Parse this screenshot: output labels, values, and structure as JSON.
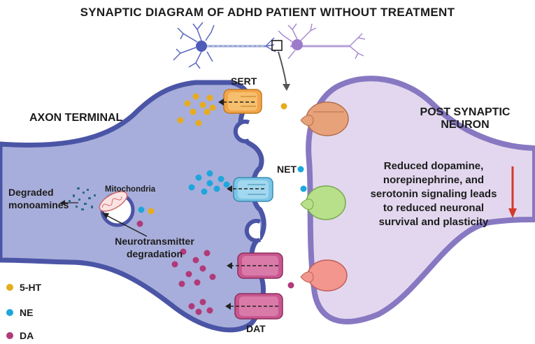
{
  "title": "SYNAPTIC DIAGRAM OF ADHD PATIENT WITHOUT TREATMENT",
  "labels": {
    "axon_terminal": "AXON TERMINAL",
    "post_synaptic_line1": "POST SYNAPTIC",
    "post_synaptic_line2": "NEURON",
    "sert": "SERT",
    "net": "NET",
    "dat": "DAT",
    "mitochondria": "Mitochondria",
    "degraded_line1": "Degraded",
    "degraded_line2": "monoamines",
    "neuro_line1": "Neurotransmitter",
    "neuro_line2": "degradation"
  },
  "message": {
    "line1": "Reduced dopamine,",
    "line2": "norepinephrine, and",
    "line3": "serotonin signaling leads",
    "line4": "to reduced neuronal",
    "line5": "survival and plasticity"
  },
  "legend": [
    {
      "label": "5-HT",
      "color": "#e6ac1e"
    },
    {
      "label": "NE",
      "color": "#1ea6dc"
    },
    {
      "label": "DA",
      "color": "#b03a7a"
    }
  ],
  "colors": {
    "axon_fill": "#a8aedb",
    "axon_stroke": "#4b55a6",
    "post_fill": "#e2d7ee",
    "post_stroke": "#8878c2",
    "sert": "#f2a54a",
    "net": "#7cc6e6",
    "dat": "#c8578f",
    "arrow_red": "#d23b2b"
  }
}
